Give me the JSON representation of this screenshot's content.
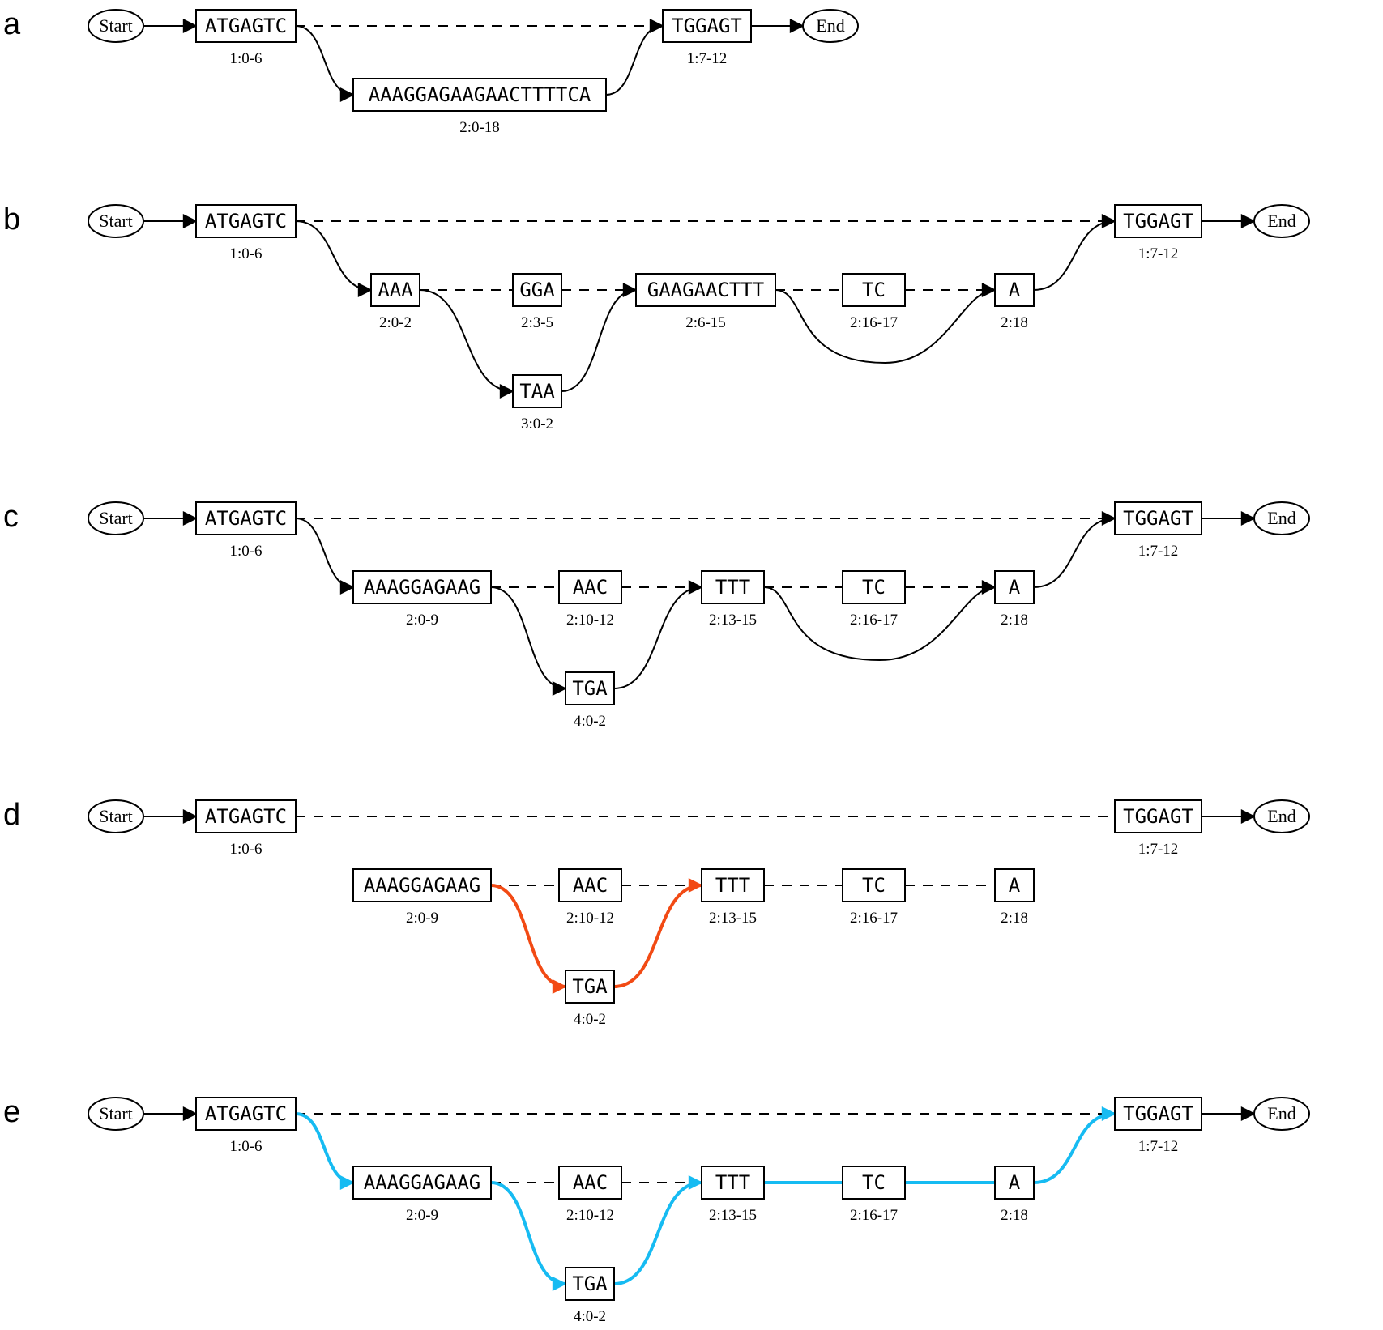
{
  "colors": {
    "red_path": "#f24a14",
    "blue_path": "#16bbf2",
    "default_edge": "#000000"
  },
  "terminals": {
    "start": "Start",
    "end": "End"
  },
  "panels": [
    {
      "letter": "a",
      "nodes": [
        {
          "id": "n1",
          "seq": "ATGAGTC",
          "coord": "1:0-6"
        },
        {
          "id": "n2",
          "seq": "AAAGGAGAAGAACTTTTCA",
          "coord": "2:0-18"
        },
        {
          "id": "n3",
          "seq": "TGGAGT",
          "coord": "1:7-12"
        }
      ],
      "edges": [
        {
          "from": "start",
          "to": "n1",
          "style": "solid"
        },
        {
          "from": "n1",
          "to": "n3",
          "style": "dashed"
        },
        {
          "from": "n1",
          "to": "n2",
          "style": "solid"
        },
        {
          "from": "n2",
          "to": "n3",
          "style": "solid"
        },
        {
          "from": "n3",
          "to": "end",
          "style": "solid"
        }
      ]
    },
    {
      "letter": "b",
      "nodes": [
        {
          "id": "n1",
          "seq": "ATGAGTC",
          "coord": "1:0-6"
        },
        {
          "id": "n2",
          "seq": "AAA",
          "coord": "2:0-2"
        },
        {
          "id": "n3",
          "seq": "GGA",
          "coord": "2:3-5"
        },
        {
          "id": "n4",
          "seq": "TAA",
          "coord": "3:0-2"
        },
        {
          "id": "n5",
          "seq": "GAAGAACTTT",
          "coord": "2:6-15"
        },
        {
          "id": "n6",
          "seq": "TC",
          "coord": "2:16-17"
        },
        {
          "id": "n7",
          "seq": "A",
          "coord": "2:18"
        },
        {
          "id": "n8",
          "seq": "TGGAGT",
          "coord": "1:7-12"
        }
      ],
      "edges": [
        {
          "from": "start",
          "to": "n1",
          "style": "solid"
        },
        {
          "from": "n1",
          "to": "n8",
          "style": "dashed"
        },
        {
          "from": "n1",
          "to": "n2",
          "style": "solid"
        },
        {
          "from": "n2",
          "to": "n3",
          "style": "dashed"
        },
        {
          "from": "n3",
          "to": "n5",
          "style": "dashed"
        },
        {
          "from": "n2",
          "to": "n4",
          "style": "solid"
        },
        {
          "from": "n4",
          "to": "n5",
          "style": "solid"
        },
        {
          "from": "n5",
          "to": "n6",
          "style": "dashed"
        },
        {
          "from": "n6",
          "to": "n7",
          "style": "dashed"
        },
        {
          "from": "n5",
          "to": "n7",
          "style": "solid"
        },
        {
          "from": "n7",
          "to": "n8",
          "style": "solid"
        },
        {
          "from": "n8",
          "to": "end",
          "style": "solid"
        }
      ]
    },
    {
      "letter": "c",
      "nodes": [
        {
          "id": "n1",
          "seq": "ATGAGTC",
          "coord": "1:0-6"
        },
        {
          "id": "n2",
          "seq": "AAAGGAGAAG",
          "coord": "2:0-9"
        },
        {
          "id": "n3",
          "seq": "AAC",
          "coord": "2:10-12"
        },
        {
          "id": "n4",
          "seq": "TGA",
          "coord": "4:0-2"
        },
        {
          "id": "n5",
          "seq": "TTT",
          "coord": "2:13-15"
        },
        {
          "id": "n6",
          "seq": "TC",
          "coord": "2:16-17"
        },
        {
          "id": "n7",
          "seq": "A",
          "coord": "2:18"
        },
        {
          "id": "n8",
          "seq": "TGGAGT",
          "coord": "1:7-12"
        }
      ],
      "edges": [
        {
          "from": "start",
          "to": "n1",
          "style": "solid"
        },
        {
          "from": "n1",
          "to": "n8",
          "style": "dashed"
        },
        {
          "from": "n1",
          "to": "n2",
          "style": "solid"
        },
        {
          "from": "n2",
          "to": "n3",
          "style": "dashed"
        },
        {
          "from": "n3",
          "to": "n5",
          "style": "dashed"
        },
        {
          "from": "n2",
          "to": "n4",
          "style": "solid"
        },
        {
          "from": "n4",
          "to": "n5",
          "style": "solid"
        },
        {
          "from": "n5",
          "to": "n6",
          "style": "dashed"
        },
        {
          "from": "n6",
          "to": "n7",
          "style": "dashed"
        },
        {
          "from": "n5",
          "to": "n7",
          "style": "solid"
        },
        {
          "from": "n7",
          "to": "n8",
          "style": "solid"
        },
        {
          "from": "n8",
          "to": "end",
          "style": "solid"
        }
      ]
    },
    {
      "letter": "d",
      "nodes": [
        {
          "id": "n1",
          "seq": "ATGAGTC",
          "coord": "1:0-6"
        },
        {
          "id": "n2",
          "seq": "AAAGGAGAAG",
          "coord": "2:0-9"
        },
        {
          "id": "n3",
          "seq": "AAC",
          "coord": "2:10-12"
        },
        {
          "id": "n4",
          "seq": "TGA",
          "coord": "4:0-2"
        },
        {
          "id": "n5",
          "seq": "TTT",
          "coord": "2:13-15"
        },
        {
          "id": "n6",
          "seq": "TC",
          "coord": "2:16-17"
        },
        {
          "id": "n7",
          "seq": "A",
          "coord": "2:18"
        },
        {
          "id": "n8",
          "seq": "TGGAGT",
          "coord": "1:7-12"
        }
      ],
      "edges": [
        {
          "from": "start",
          "to": "n1",
          "style": "solid"
        },
        {
          "from": "n1",
          "to": "n8",
          "style": "dashed"
        },
        {
          "from": "n2",
          "to": "n3",
          "style": "dashed"
        },
        {
          "from": "n3",
          "to": "n5",
          "style": "dashed"
        },
        {
          "from": "n2",
          "to": "n4",
          "style": "red"
        },
        {
          "from": "n4",
          "to": "n5",
          "style": "red"
        },
        {
          "from": "n5",
          "to": "n6",
          "style": "dashed"
        },
        {
          "from": "n6",
          "to": "n7",
          "style": "dashed"
        },
        {
          "from": "n8",
          "to": "end",
          "style": "solid"
        }
      ]
    },
    {
      "letter": "e",
      "nodes": [
        {
          "id": "n1",
          "seq": "ATGAGTC",
          "coord": "1:0-6"
        },
        {
          "id": "n2",
          "seq": "AAAGGAGAAG",
          "coord": "2:0-9"
        },
        {
          "id": "n3",
          "seq": "AAC",
          "coord": "2:10-12"
        },
        {
          "id": "n4",
          "seq": "TGA",
          "coord": "4:0-2"
        },
        {
          "id": "n5",
          "seq": "TTT",
          "coord": "2:13-15"
        },
        {
          "id": "n6",
          "seq": "TC",
          "coord": "2:16-17"
        },
        {
          "id": "n7",
          "seq": "A",
          "coord": "2:18"
        },
        {
          "id": "n8",
          "seq": "TGGAGT",
          "coord": "1:7-12"
        }
      ],
      "edges": [
        {
          "from": "start",
          "to": "n1",
          "style": "solid"
        },
        {
          "from": "n1",
          "to": "n8",
          "style": "dashed"
        },
        {
          "from": "n1",
          "to": "n2",
          "style": "blue"
        },
        {
          "from": "n2",
          "to": "n3",
          "style": "dashed"
        },
        {
          "from": "n3",
          "to": "n5",
          "style": "dashed"
        },
        {
          "from": "n2",
          "to": "n4",
          "style": "blue"
        },
        {
          "from": "n4",
          "to": "n5",
          "style": "blue"
        },
        {
          "from": "n5",
          "to": "n6",
          "style": "blue-line"
        },
        {
          "from": "n6",
          "to": "n7",
          "style": "blue-line"
        },
        {
          "from": "n7",
          "to": "n8",
          "style": "blue"
        },
        {
          "from": "n8",
          "to": "end",
          "style": "solid"
        }
      ]
    }
  ]
}
